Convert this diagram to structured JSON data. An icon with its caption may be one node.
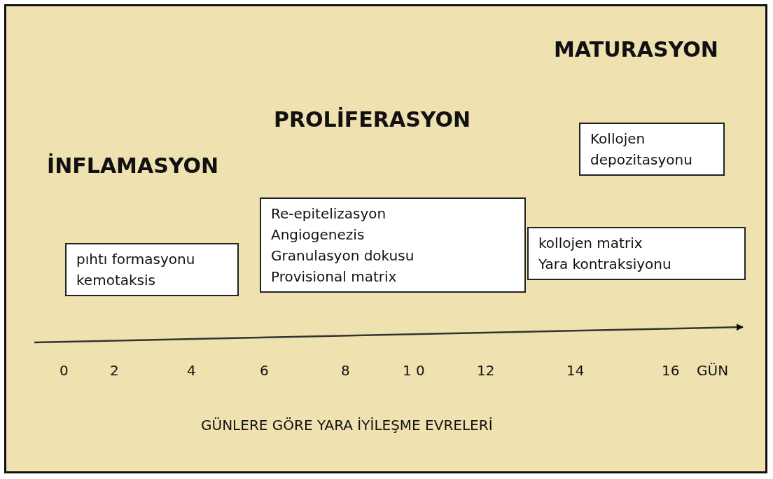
{
  "diagram": {
    "caption": "GÜNLERE GÖRE YARA İYİLEŞME EVRELERİ",
    "nodes": [
      {
        "text": [
          "pıhtı formasyonu",
          "kemotaksis"
        ]
      },
      {
        "text": [
          "Re-epitelizasyon",
          "Angiogenezis",
          "Granulasyon dokusu",
          "Provisional matrix"
        ]
      },
      {
        "text": [
          "Kollojen depozitasyonu"
        ]
      },
      {
        "text": [
          "kollojen matrix",
          "Yara kontraksiyonu"
        ]
      }
    ],
    "edges": [],
    "labels": [
      "MATURASYON",
      "PROLİFERASYON",
      "İNFLAMASYON",
      "0",
      "2",
      "4",
      "6",
      "8",
      "1 0",
      "12",
      "14",
      "16",
      "GÜN"
    ]
  }
}
